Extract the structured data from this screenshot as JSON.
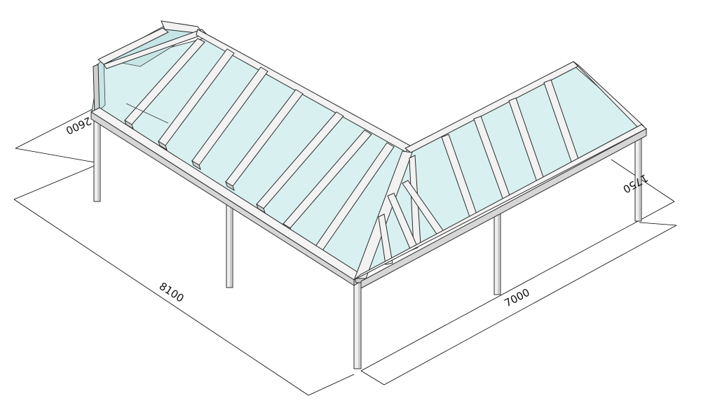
{
  "drawing": {
    "dimensions": {
      "depth_left": "2600",
      "width_left": "8100",
      "width_right": "7000",
      "depth_right": "1750"
    }
  }
}
